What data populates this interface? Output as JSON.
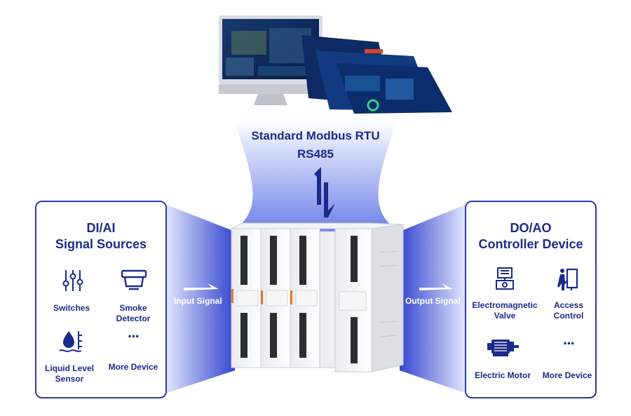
{
  "protocol": {
    "line1": "Standard Modbus RTU",
    "line2": "RS485"
  },
  "left_panel": {
    "title_line1": "DI/AI",
    "title_line2": "Signal Sources",
    "items": [
      {
        "label": "Switches",
        "icon": "switches-sliders-icon"
      },
      {
        "label_line1": "Smoke",
        "label_line2": "Detector",
        "icon": "smoke-detector-icon"
      },
      {
        "label_line1": "Liquid Level",
        "label_line2": "Sensor",
        "icon": "liquid-level-icon"
      },
      {
        "label": "More Device",
        "icon": "more-dots-icon",
        "glyph": "···"
      }
    ]
  },
  "right_panel": {
    "title_line1": "DO/AO",
    "title_line2": "Controller Device",
    "items": [
      {
        "label_line1": "Electromagnetic",
        "label_line2": "Valve",
        "icon": "valve-icon"
      },
      {
        "label_line1": "Access",
        "label_line2": "Control",
        "icon": "access-control-icon"
      },
      {
        "label": "Electric Motor",
        "icon": "motor-icon"
      },
      {
        "label": "More Device",
        "icon": "more-dots-icon",
        "glyph": "···"
      }
    ]
  },
  "signals": {
    "input": "Input Signal",
    "output": "Output Signal"
  },
  "colors": {
    "accent": "#1b2b8a",
    "panel_border": "#2b3aa8",
    "beam": "#3a4fd8"
  }
}
